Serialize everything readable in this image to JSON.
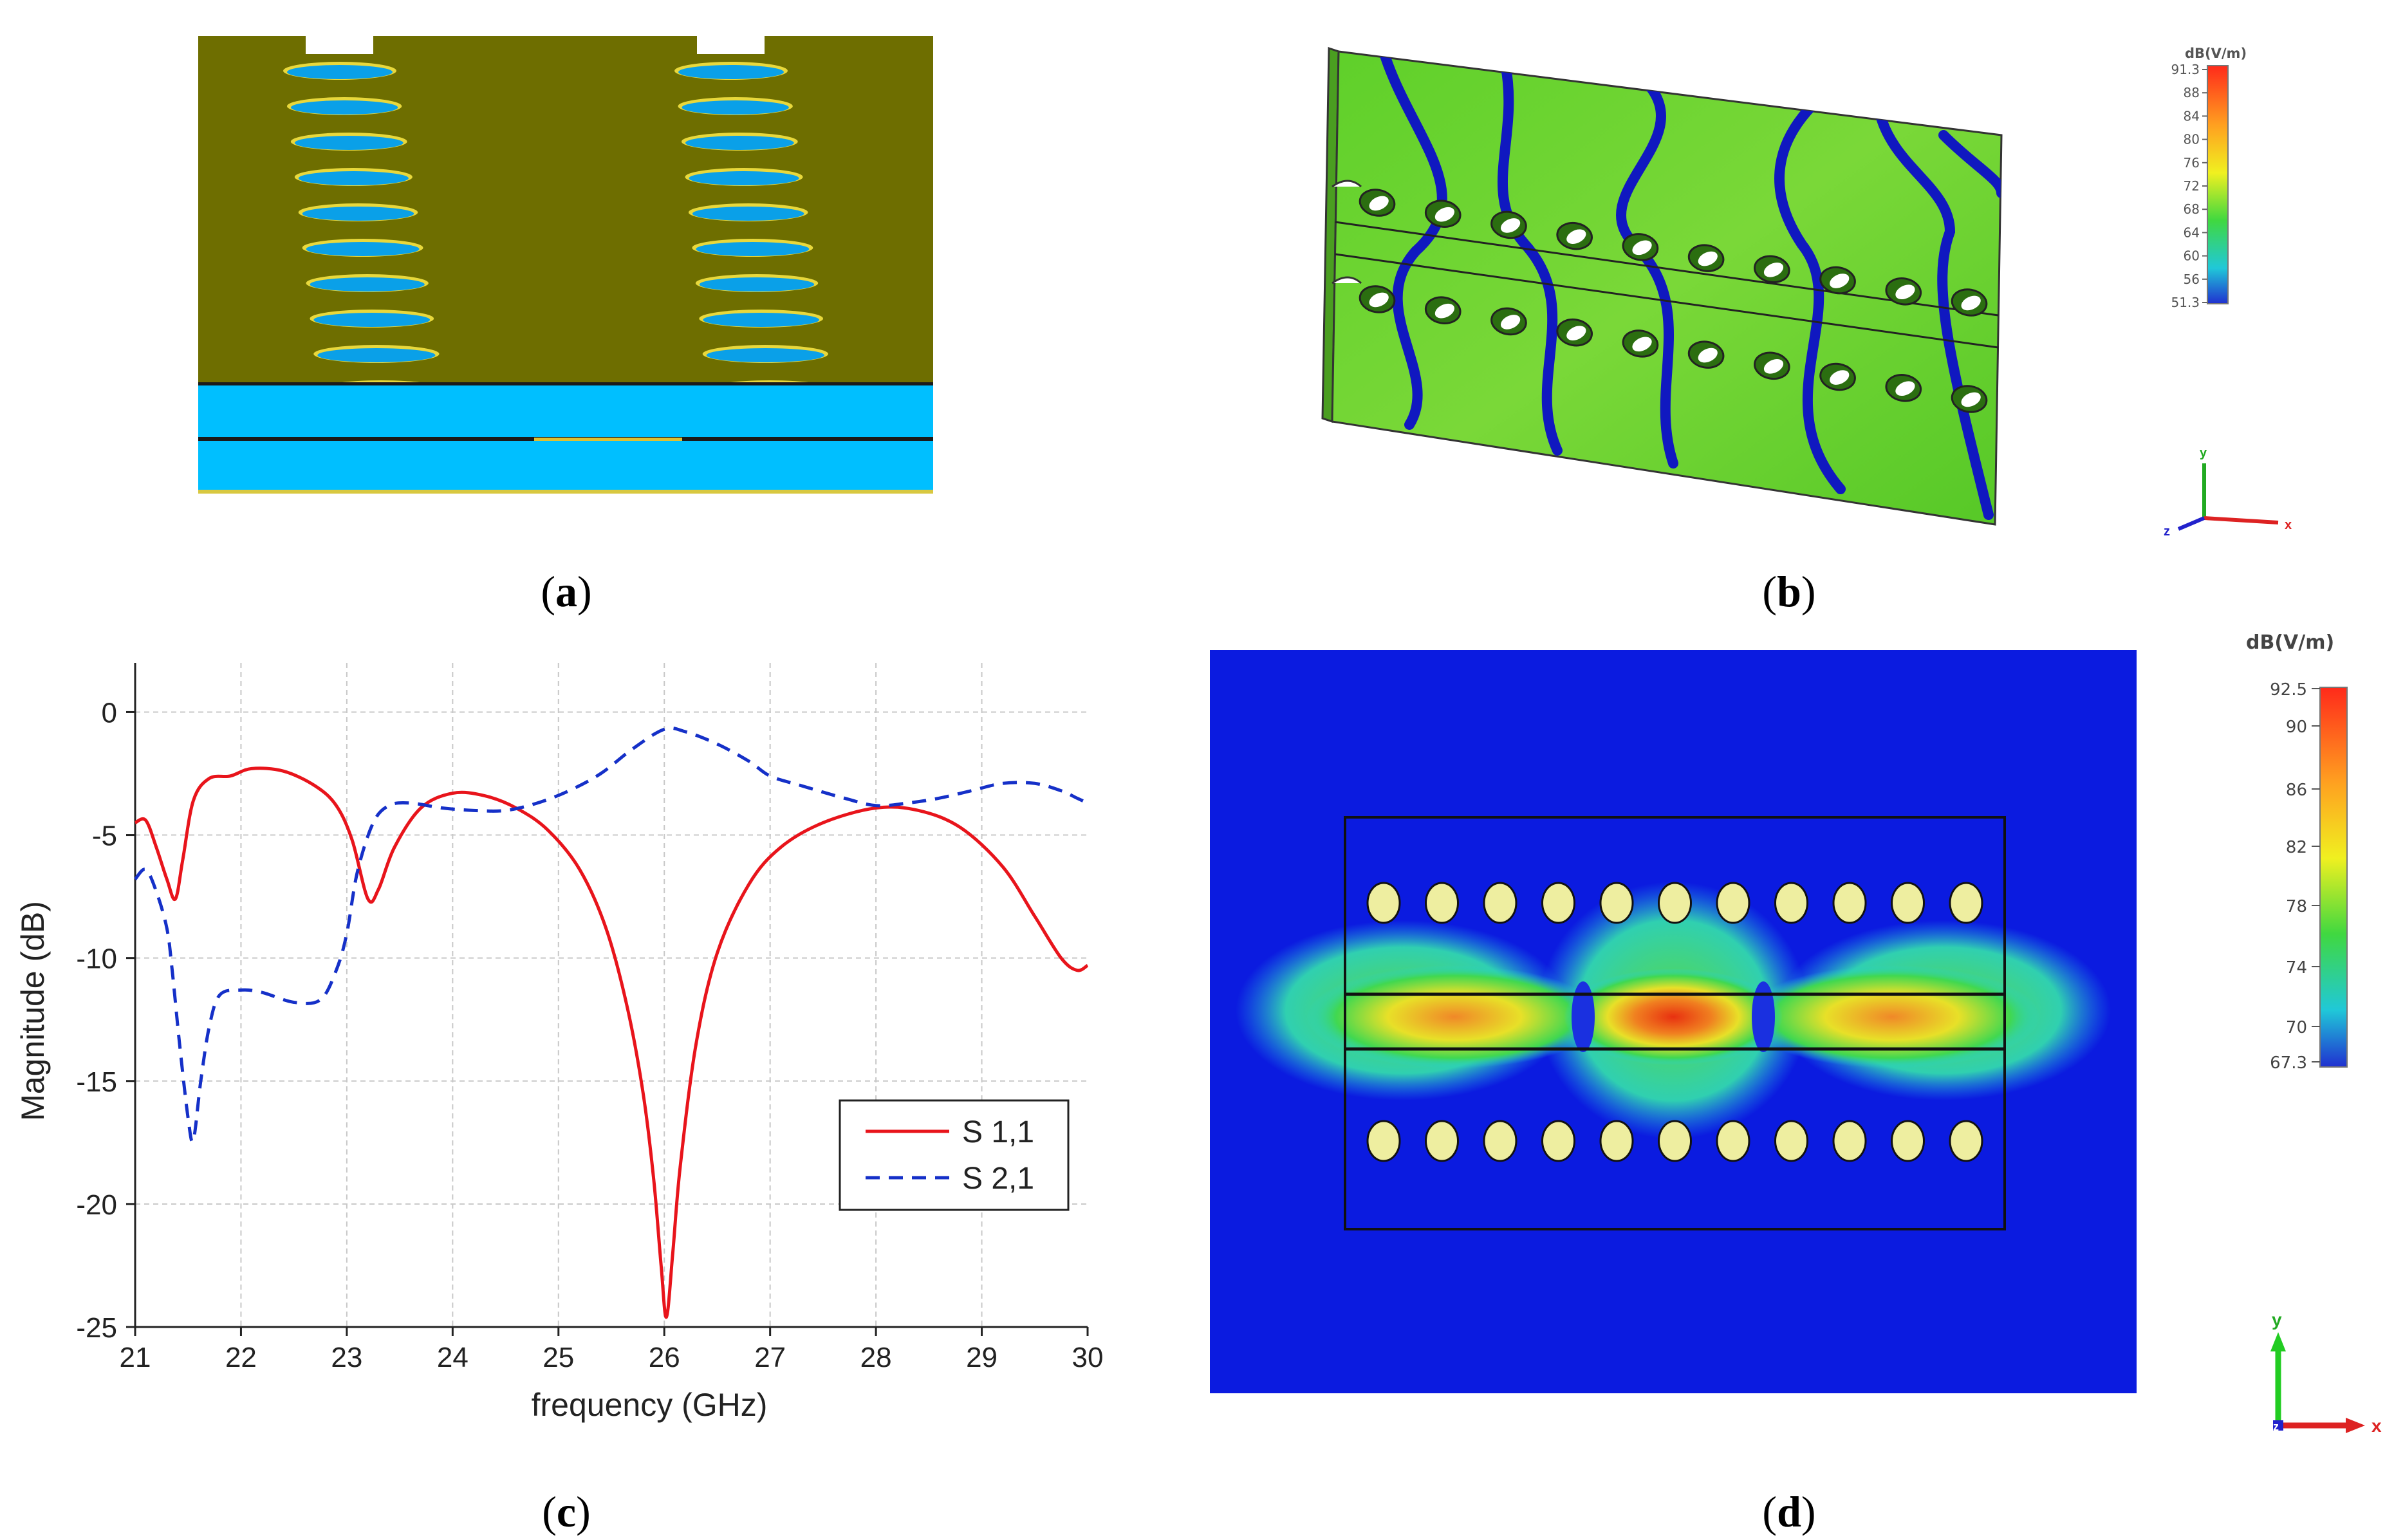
{
  "captions": {
    "a": "a",
    "b": "b",
    "c": "c",
    "d": "d"
  },
  "panel_b": {
    "colorbar_title": "dB(V/m)",
    "ticks": [
      "91.3",
      "88",
      "84",
      "80",
      "76",
      "72",
      "68",
      "64",
      "60",
      "56",
      "51.3"
    ],
    "axes": {
      "x": "x",
      "y": "y",
      "z": "z"
    }
  },
  "panel_d": {
    "colorbar_title": "dB(V/m)",
    "ticks": [
      "92.5",
      "90",
      "86",
      "82",
      "78",
      "74",
      "70",
      "67.3"
    ],
    "axes": {
      "x": "x",
      "y": "y",
      "z": "z"
    }
  },
  "colors": {
    "s11": "#e8141b",
    "s21": "#1530c8",
    "substrate": "#6e6e00",
    "field_bg": "#0b1be0"
  },
  "chart_data": {
    "type": "line",
    "xlabel": "frequency (GHz)",
    "ylabel": "Magnitude (dB)",
    "xlim": [
      21,
      30
    ],
    "ylim": [
      -25,
      2
    ],
    "xticks": [
      "21",
      "22",
      "23",
      "24",
      "25",
      "26",
      "27",
      "28",
      "29",
      "30"
    ],
    "yticks": [
      "0",
      "-5",
      "-10",
      "-15",
      "-20",
      "-25"
    ],
    "grid": true,
    "legend_position": "bottom-right",
    "series": [
      {
        "name": "S 1,1",
        "style": "solid",
        "x": [
          21,
          21.1,
          21.2,
          21.3,
          21.38,
          21.45,
          21.55,
          21.7,
          21.9,
          22.1,
          22.4,
          22.7,
          22.9,
          23.05,
          23.2,
          23.3,
          23.45,
          23.7,
          24.0,
          24.3,
          24.6,
          24.9,
          25.2,
          25.45,
          25.65,
          25.8,
          25.9,
          25.97,
          26.02,
          26.08,
          26.15,
          26.3,
          26.5,
          26.8,
          27.1,
          27.5,
          28.0,
          28.4,
          28.8,
          29.2,
          29.5,
          29.75,
          29.9,
          30
        ],
        "y": [
          -4.5,
          -4.4,
          -5.5,
          -6.8,
          -7.6,
          -6.0,
          -3.6,
          -2.7,
          -2.6,
          -2.3,
          -2.4,
          -3.0,
          -3.8,
          -5.2,
          -7.6,
          -7.2,
          -5.5,
          -3.9,
          -3.3,
          -3.4,
          -3.9,
          -4.8,
          -6.4,
          -8.8,
          -12.0,
          -15.5,
          -19.0,
          -22.5,
          -24.6,
          -22.0,
          -18.5,
          -13.5,
          -9.8,
          -7.0,
          -5.5,
          -4.5,
          -3.9,
          -4.0,
          -4.7,
          -6.3,
          -8.3,
          -10.0,
          -10.5,
          -10.3
        ]
      },
      {
        "name": "S 2,1",
        "style": "dashed",
        "x": [
          21,
          21.1,
          21.2,
          21.3,
          21.35,
          21.42,
          21.5,
          21.55,
          21.62,
          21.7,
          21.8,
          22.0,
          22.2,
          22.5,
          22.75,
          22.9,
          23.0,
          23.1,
          23.25,
          23.4,
          23.6,
          23.9,
          24.2,
          24.5,
          24.8,
          25.1,
          25.4,
          25.7,
          26.0,
          26.2,
          26.5,
          26.8,
          27.0,
          27.3,
          27.7,
          28.0,
          28.3,
          28.6,
          28.9,
          29.2,
          29.5,
          29.75,
          29.9,
          30
        ],
        "y": [
          -6.8,
          -6.4,
          -7.3,
          -8.8,
          -10.5,
          -13.5,
          -16.5,
          -17.4,
          -15.0,
          -12.8,
          -11.5,
          -11.3,
          -11.4,
          -11.8,
          -11.7,
          -10.5,
          -9.0,
          -6.5,
          -4.5,
          -3.8,
          -3.7,
          -3.9,
          -4.0,
          -4.0,
          -3.7,
          -3.2,
          -2.5,
          -1.5,
          -0.7,
          -0.8,
          -1.3,
          -2.0,
          -2.6,
          -3.0,
          -3.5,
          -3.8,
          -3.7,
          -3.5,
          -3.2,
          -2.9,
          -2.9,
          -3.2,
          -3.5,
          -3.7
        ]
      }
    ]
  }
}
